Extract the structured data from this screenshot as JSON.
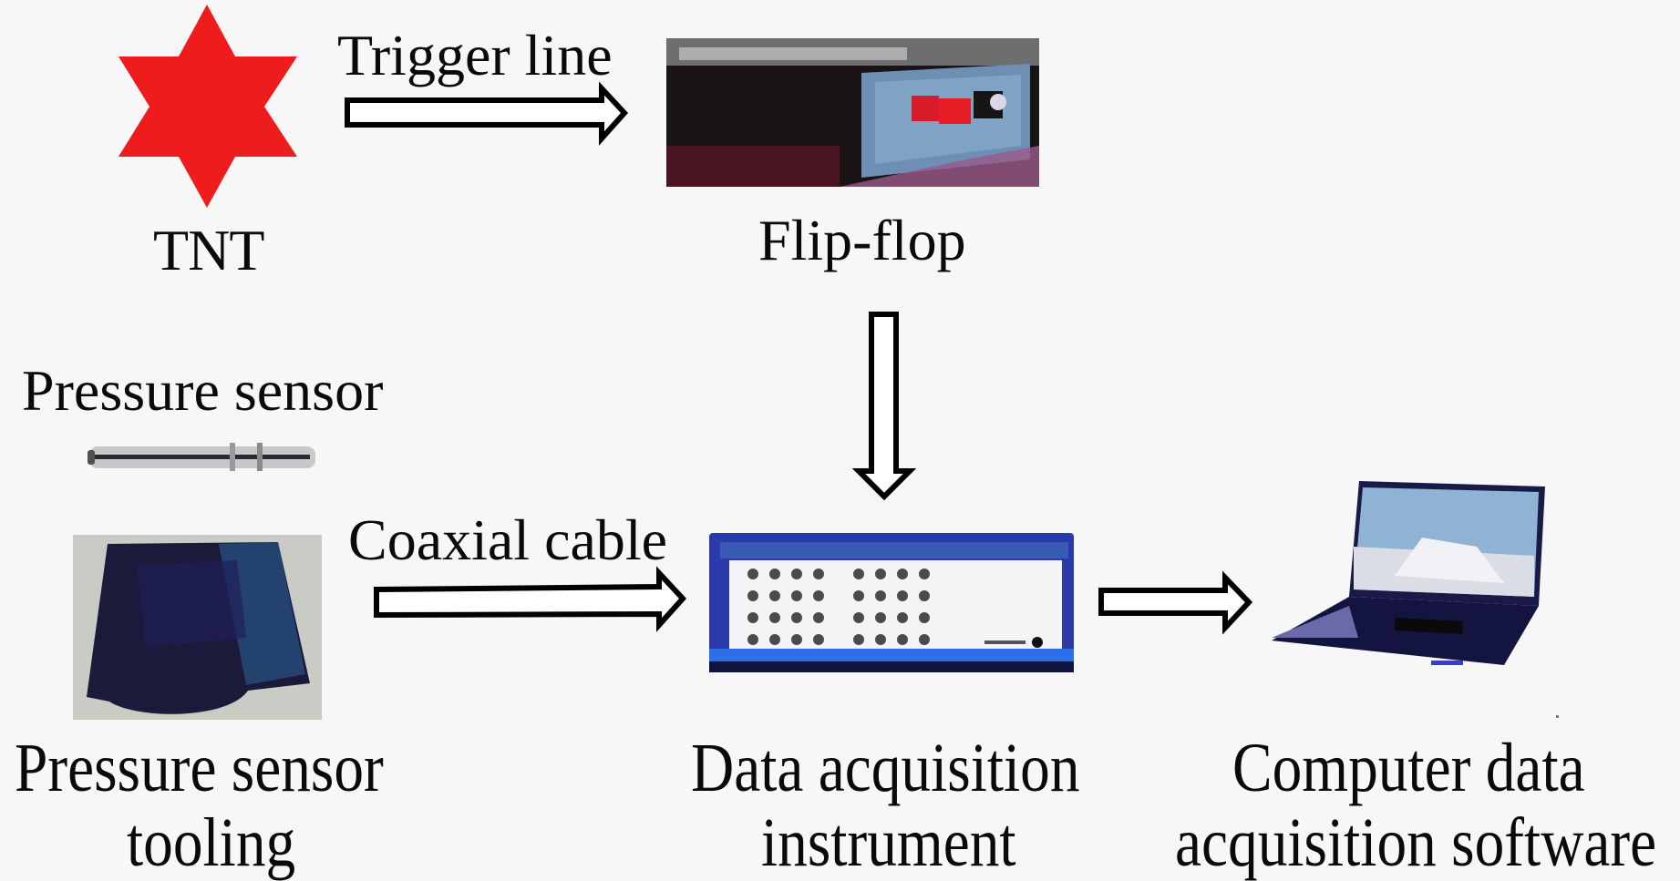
{
  "diagram": {
    "nodes": {
      "tnt": {
        "label": "TNT",
        "icon": "explosion-star-icon",
        "color": "#ee1c1c"
      },
      "flip_flop": {
        "label": "Flip-flop",
        "icon": "flip-flop-device-photo"
      },
      "pressure_sensor": {
        "label": "Pressure sensor",
        "icon": "pressure-sensor-photo"
      },
      "pressure_sensor_tooling": {
        "label_line1": "Pressure sensor",
        "label_line2": "tooling",
        "icon": "tooling-plate-photo"
      },
      "daq": {
        "label_line1": "Data acquisition",
        "label_line2": "instrument",
        "icon": "data-acquisition-instrument-photo"
      },
      "computer": {
        "label_line1": "Computer data",
        "label_line2": "acquisition software",
        "icon": "laptop-photo"
      }
    },
    "edges": [
      {
        "from": "tnt",
        "to": "flip_flop",
        "label": "Trigger line",
        "direction": "right"
      },
      {
        "from": "flip_flop",
        "to": "daq",
        "label": "",
        "direction": "down"
      },
      {
        "from": "pressure_sensor_tooling",
        "to": "daq",
        "label": "Coaxial cable",
        "direction": "right"
      },
      {
        "from": "daq",
        "to": "computer",
        "label": "",
        "direction": "right"
      }
    ]
  }
}
